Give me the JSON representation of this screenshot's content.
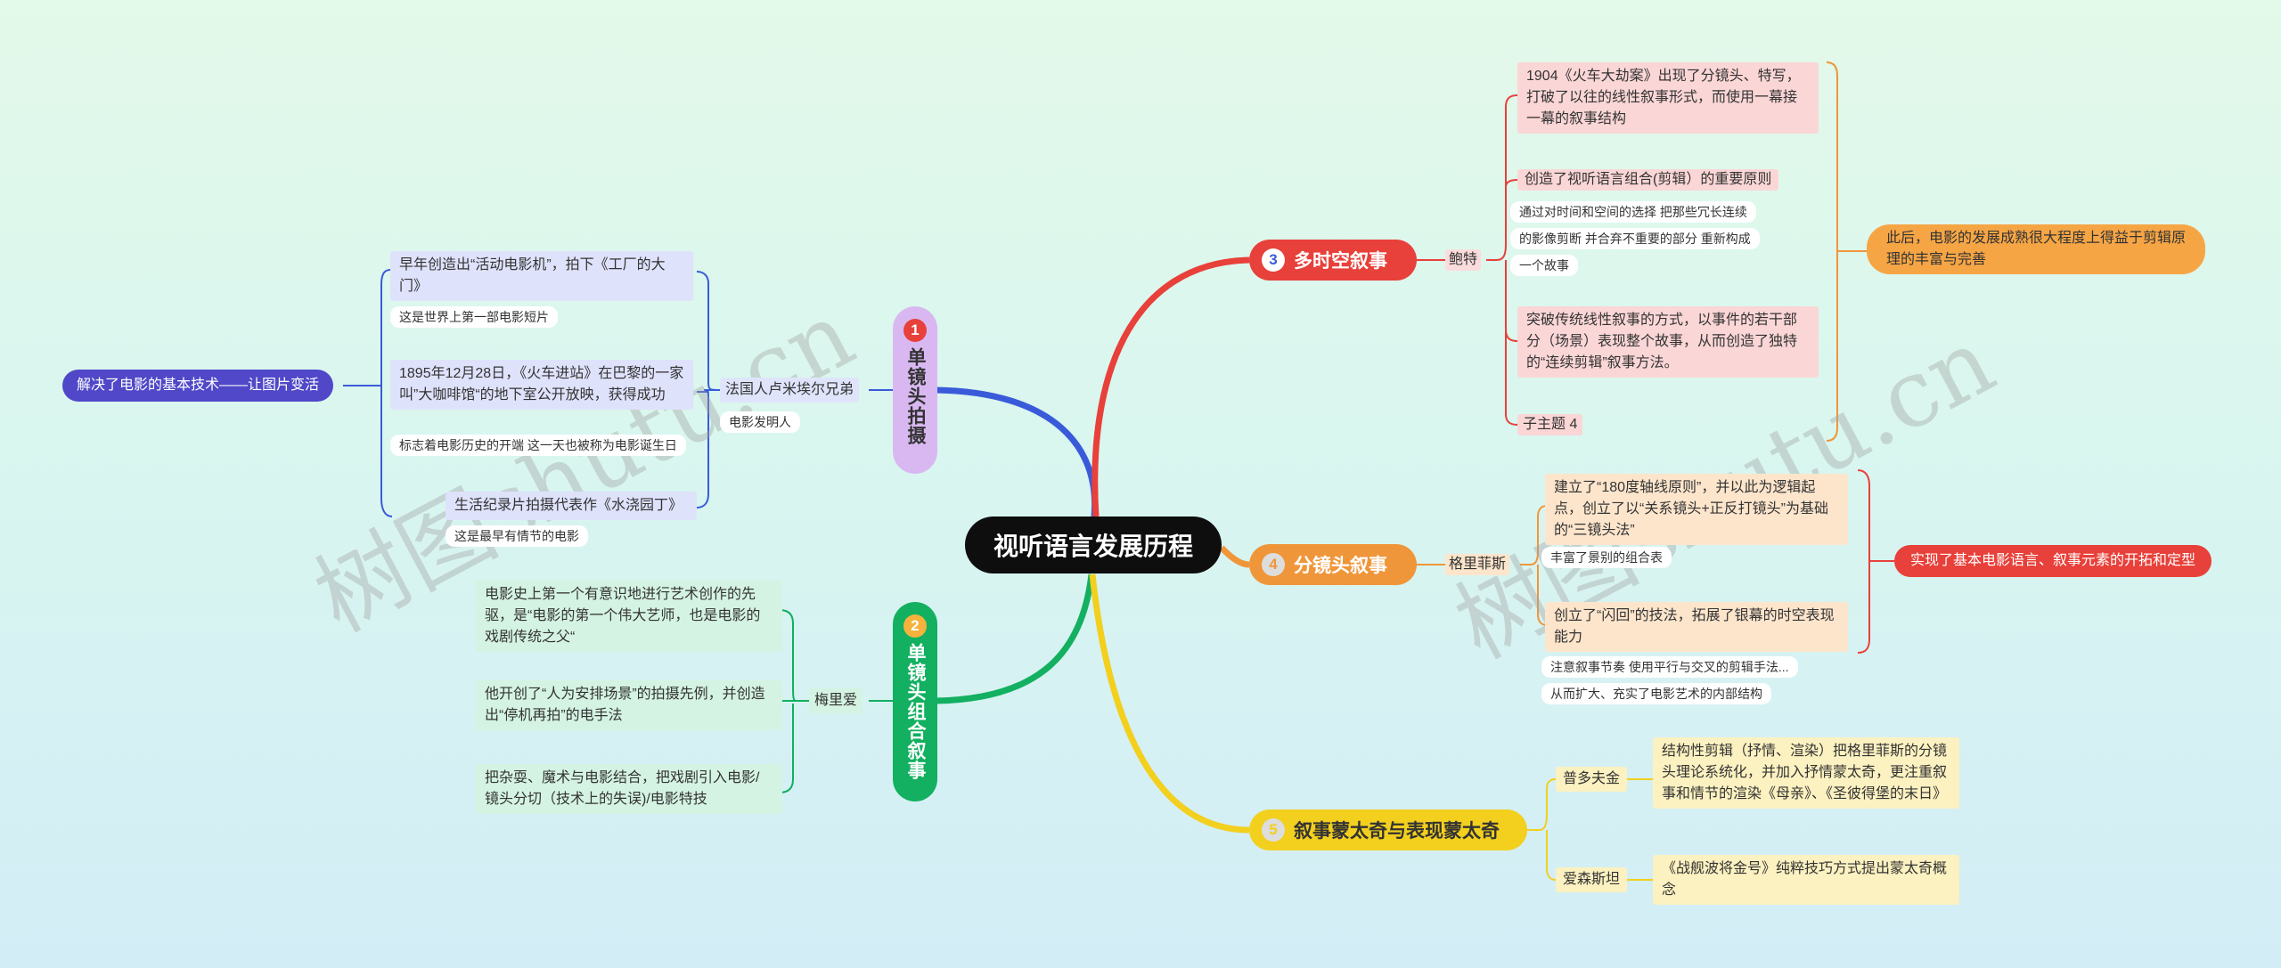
{
  "root": {
    "title": "视听语言发展历程"
  },
  "watermark": "树图shutu.cn",
  "branch1": {
    "num": "1",
    "title": "单镜头拍摄",
    "person": "法国人卢米埃尔兄弟",
    "person_note": "电影发明人",
    "items": [
      {
        "text": "早年创造出“活动电影机”，拍下《工厂的大门》",
        "note": "这是世界上第一部电影短片"
      },
      {
        "text": "1895年12月28日，《火车进站》在巴黎的一家叫”大咖啡馆“的地下室公开放映，获得成功",
        "note": "标志着电影历史的开端 这一天也被称为电影诞生日"
      },
      {
        "text": "生活纪录片拍摄代表作《水浇园丁》",
        "note": "这是最早有情节的电影"
      }
    ],
    "summary": "解决了电影的基本技术——让图片变活"
  },
  "branch2": {
    "num": "2",
    "title": "单镜头组合叙事",
    "person": "梅里爱",
    "items": [
      {
        "text": "电影史上第一个有意识地进行艺术创作的先驱，是“电影的第一个伟大艺师，也是电影的戏剧传统之父“"
      },
      {
        "text": "他开创了“人为安排场景”的拍摄先例，并创造出“停机再拍”的电手法"
      },
      {
        "text": "把杂耍、魔术与电影结合，把戏剧引入电影/镜头分切（技术上的失误)/电影特技"
      }
    ]
  },
  "branch3": {
    "num": "3",
    "title": "多时空叙事",
    "person": "鲍特",
    "items": [
      {
        "text": "1904《火车大劫案》出现了分镜头、特写，打破了以往的线性叙事形式，而使用一幕接一幕的叙事结构"
      },
      {
        "text": "创造了视听语言组合(剪辑）的重要原则",
        "notes": [
          "通过对时间和空间的选择 把那些冗长连续",
          "的影像剪断 并合弃不重要的部分 重新构成",
          "一个故事"
        ]
      },
      {
        "text": "突破传统线性叙事的方式，以事件的若干部分（场景）表现整个故事，从而创造了独特的“连续剪辑”叙事方法。"
      },
      {
        "text": "子主题 4"
      }
    ],
    "summary": "此后，电影的发展成熟很大程度上得益于剪辑原理的丰富与完善"
  },
  "branch4": {
    "num": "4",
    "title": "分镜头叙事",
    "person": "格里菲斯",
    "items": [
      {
        "text": "建立了“180度轴线原则”，并以此为逻辑起点，创立了以“关系镜头+正反打镜头”为基础的“三镜头法”",
        "note": "丰富了景别的组合表 "
      },
      {
        "text": "创立了“闪回”的技法，拓展了银幕的时空表现能力",
        "notes": [
          "注意叙事节奏  使用平行与交叉的剪辑手法...",
          "从而扩大、充实了电影艺术的内部结构"
        ]
      }
    ],
    "summary": "实现了基本电影语言、叙事元素的开拓和定型"
  },
  "branch5": {
    "num": "5",
    "title": "叙事蒙太奇与表现蒙太奇",
    "people": [
      {
        "name": "普多夫金",
        "text": "结构性剪辑（抒情、渲染）把格里菲斯的分镜头理论系统化，并加入抒情蒙太奇，更注重叙事和情节的渲染《母亲》、《圣彼得堡的末日》"
      },
      {
        "name": "爱森斯坦",
        "text": "《战舰波将金号》纯粹技巧方式提出蒙太奇概念"
      }
    ]
  },
  "colors": {
    "branch1": "#3a5bd9",
    "branch2": "#12b060",
    "branch3": "#e8403a",
    "branch4": "#f0963a",
    "branch5": "#f3cf1e"
  }
}
